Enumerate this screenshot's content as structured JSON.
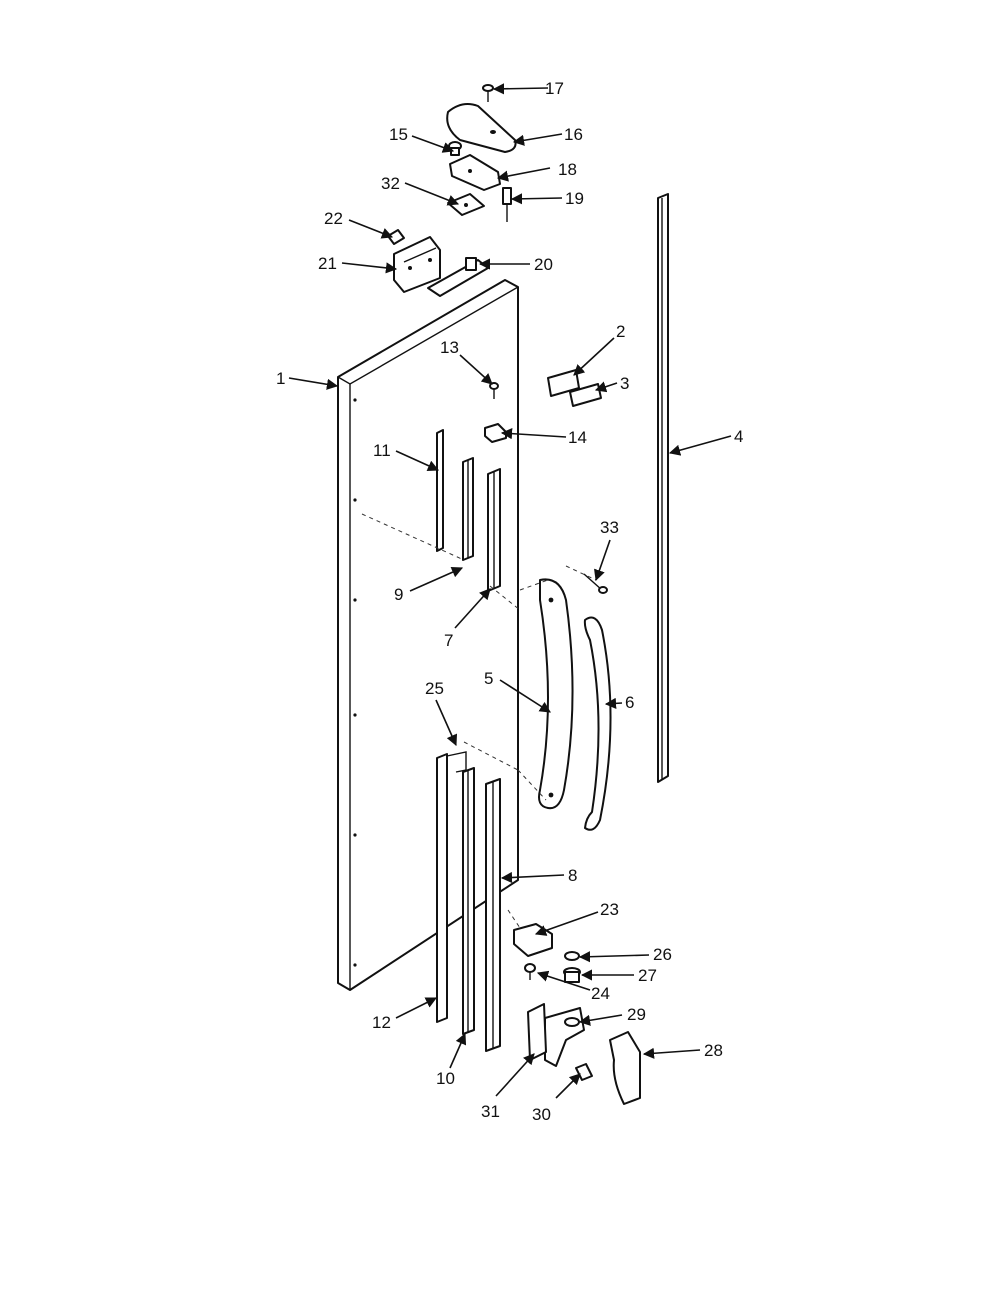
{
  "diagram": {
    "callouts": {
      "c1": "1",
      "c2": "2",
      "c3": "3",
      "c4": "4",
      "c5": "5",
      "c6": "6",
      "c7": "7",
      "c8": "8",
      "c9": "9",
      "c10": "10",
      "c11": "11",
      "c12": "12",
      "c13": "13",
      "c14": "14",
      "c15": "15",
      "c16": "16",
      "c17": "17",
      "c18": "18",
      "c19": "19",
      "c20": "20",
      "c21": "21",
      "c22": "22",
      "c23": "23",
      "c24": "24",
      "c25": "25",
      "c26": "26",
      "c27": "27",
      "c28": "28",
      "c29": "29",
      "c30": "30",
      "c31": "31",
      "c32": "32",
      "c33": "33"
    }
  }
}
